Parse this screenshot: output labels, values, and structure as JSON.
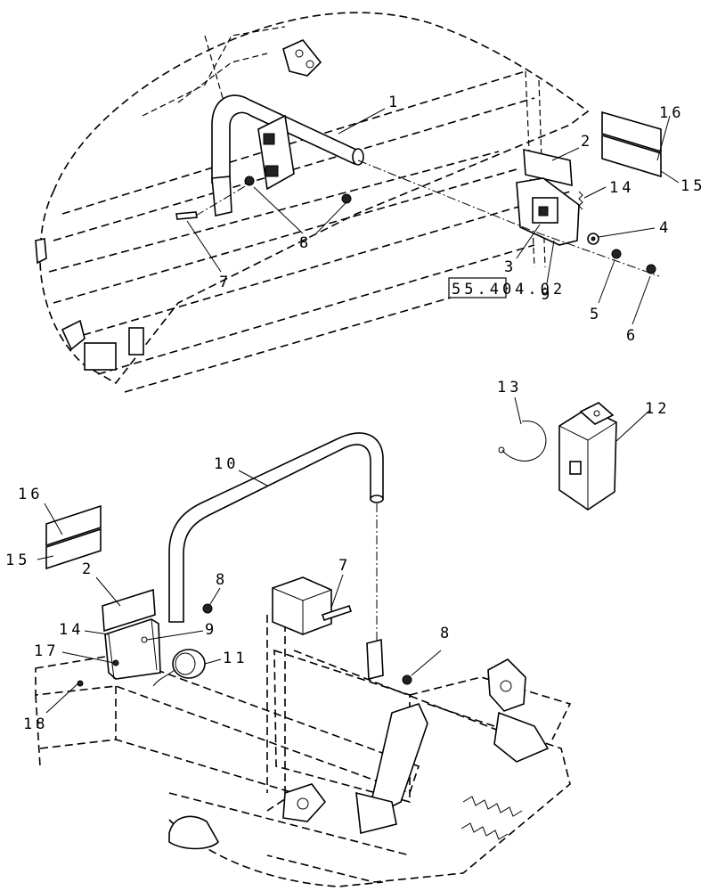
{
  "callouts": [
    {
      "id": "c1-top",
      "text": "1"
    },
    {
      "id": "c2-top",
      "text": "2"
    },
    {
      "id": "c3-top",
      "text": "3"
    },
    {
      "id": "c4-top",
      "text": "4"
    },
    {
      "id": "c5-top",
      "text": "5"
    },
    {
      "id": "c6-top",
      "text": "6"
    },
    {
      "id": "c7-top",
      "text": "7"
    },
    {
      "id": "c8-top",
      "text": "8"
    },
    {
      "id": "c9-top",
      "text": "9"
    },
    {
      "id": "c14-top",
      "text": "14"
    },
    {
      "id": "c15-top",
      "text": "15"
    },
    {
      "id": "c16-top",
      "text": "16"
    },
    {
      "id": "c13",
      "text": "13"
    },
    {
      "id": "c12",
      "text": "12"
    },
    {
      "id": "c10",
      "text": "10"
    },
    {
      "id": "c16-bot",
      "text": "16"
    },
    {
      "id": "c15-bot",
      "text": "15"
    },
    {
      "id": "c2-bot",
      "text": "2"
    },
    {
      "id": "c14-bot",
      "text": "14"
    },
    {
      "id": "c17",
      "text": "17"
    },
    {
      "id": "c18",
      "text": "18"
    },
    {
      "id": "c9-bot",
      "text": "9"
    },
    {
      "id": "c11",
      "text": "11"
    },
    {
      "id": "c8-bot-a",
      "text": "8"
    },
    {
      "id": "c8-bot-b",
      "text": "8"
    },
    {
      "id": "c7-bot",
      "text": "7"
    }
  ],
  "reference": {
    "text": "55.404.02"
  }
}
